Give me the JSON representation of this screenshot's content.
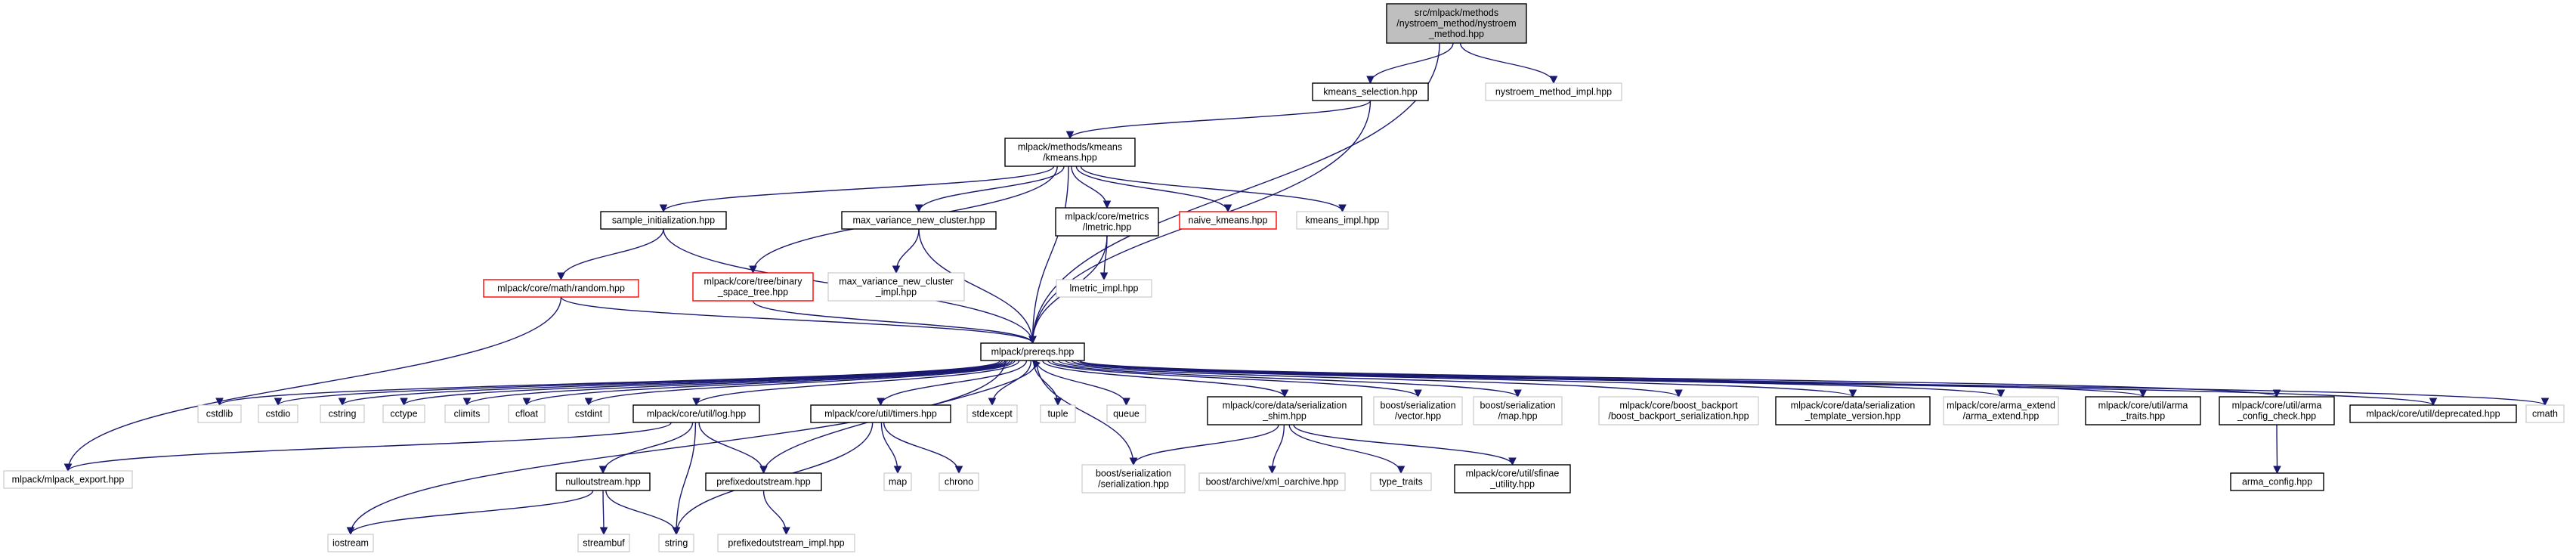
{
  "nodes": [
    {
      "id": "n_root",
      "lines": [
        "src/mlpack/methods",
        "/nystroem_method/nystroem",
        "_method.hpp"
      ],
      "style": "root"
    },
    {
      "id": "n_kmsel",
      "lines": [
        "kmeans_selection.hpp"
      ],
      "style": "normal"
    },
    {
      "id": "n_nysimpl",
      "lines": [
        "nystroem_method_impl.hpp"
      ],
      "style": "gray"
    },
    {
      "id": "n_kmeans",
      "lines": [
        "mlpack/methods/kmeans",
        "/kmeans.hpp"
      ],
      "style": "normal"
    },
    {
      "id": "n_sampinit",
      "lines": [
        "sample_initialization.hpp"
      ],
      "style": "normal"
    },
    {
      "id": "n_bst",
      "lines": [
        "mlpack/core/tree/binary",
        "_space_tree.hpp"
      ],
      "style": "red"
    },
    {
      "id": "n_maxvar",
      "lines": [
        "max_variance_new_cluster.hpp"
      ],
      "style": "normal"
    },
    {
      "id": "n_lmetric",
      "lines": [
        "mlpack/core/metrics",
        "/lmetric.hpp"
      ],
      "style": "normal"
    },
    {
      "id": "n_naive",
      "lines": [
        "naive_kmeans.hpp"
      ],
      "style": "red"
    },
    {
      "id": "n_kmimpl",
      "lines": [
        "kmeans_impl.hpp"
      ],
      "style": "gray"
    },
    {
      "id": "n_random",
      "lines": [
        "mlpack/core/math/random.hpp"
      ],
      "style": "red"
    },
    {
      "id": "n_maxvarimpl",
      "lines": [
        "max_variance_new_cluster",
        "_impl.hpp"
      ],
      "style": "gray"
    },
    {
      "id": "n_lmimpl",
      "lines": [
        "lmetric_impl.hpp"
      ],
      "style": "gray"
    },
    {
      "id": "n_prereqs",
      "lines": [
        "mlpack/prereqs.hpp"
      ],
      "style": "normal"
    },
    {
      "id": "n_cstdlib",
      "lines": [
        "cstdlib"
      ],
      "style": "gray"
    },
    {
      "id": "n_cstdio",
      "lines": [
        "cstdio"
      ],
      "style": "gray"
    },
    {
      "id": "n_cstring",
      "lines": [
        "cstring"
      ],
      "style": "gray"
    },
    {
      "id": "n_cctype",
      "lines": [
        "cctype"
      ],
      "style": "gray"
    },
    {
      "id": "n_climits",
      "lines": [
        "climits"
      ],
      "style": "gray"
    },
    {
      "id": "n_cfloat",
      "lines": [
        "cfloat"
      ],
      "style": "gray"
    },
    {
      "id": "n_cstdint",
      "lines": [
        "cstdint"
      ],
      "style": "gray"
    },
    {
      "id": "n_log",
      "lines": [
        "mlpack/core/util/log.hpp"
      ],
      "style": "normal"
    },
    {
      "id": "n_timers",
      "lines": [
        "mlpack/core/util/timers.hpp"
      ],
      "style": "normal"
    },
    {
      "id": "n_stdexcept",
      "lines": [
        "stdexcept"
      ],
      "style": "gray"
    },
    {
      "id": "n_tuple",
      "lines": [
        "tuple"
      ],
      "style": "gray"
    },
    {
      "id": "n_queue",
      "lines": [
        "queue"
      ],
      "style": "gray"
    },
    {
      "id": "n_sershim",
      "lines": [
        "mlpack/core/data/serialization",
        "_shim.hpp"
      ],
      "style": "normal"
    },
    {
      "id": "n_boostvec",
      "lines": [
        "boost/serialization",
        "/vector.hpp"
      ],
      "style": "gray"
    },
    {
      "id": "n_boostmap",
      "lines": [
        "boost/serialization",
        "/map.hpp"
      ],
      "style": "gray"
    },
    {
      "id": "n_backport",
      "lines": [
        "mlpack/core/boost_backport",
        "/boost_backport_serialization.hpp"
      ],
      "style": "gray"
    },
    {
      "id": "n_sertmpl",
      "lines": [
        "mlpack/core/data/serialization",
        "_template_version.hpp"
      ],
      "style": "normal"
    },
    {
      "id": "n_armaext",
      "lines": [
        "mlpack/core/arma_extend",
        "/arma_extend.hpp"
      ],
      "style": "gray"
    },
    {
      "id": "n_armatraits",
      "lines": [
        "mlpack/core/util/arma",
        "_traits.hpp"
      ],
      "style": "normal"
    },
    {
      "id": "n_armacfgchk",
      "lines": [
        "mlpack/core/util/arma",
        "_config_check.hpp"
      ],
      "style": "normal"
    },
    {
      "id": "n_deprecated",
      "lines": [
        "mlpack/core/util/deprecated.hpp"
      ],
      "style": "normal"
    },
    {
      "id": "n_cmath",
      "lines": [
        "cmath"
      ],
      "style": "gray"
    },
    {
      "id": "n_export",
      "lines": [
        "mlpack/mlpack_export.hpp"
      ],
      "style": "gray"
    },
    {
      "id": "n_nullout",
      "lines": [
        "nulloutstream.hpp"
      ],
      "style": "normal"
    },
    {
      "id": "n_prefixed",
      "lines": [
        "prefixedoutstream.hpp"
      ],
      "style": "normal"
    },
    {
      "id": "n_map",
      "lines": [
        "map"
      ],
      "style": "gray"
    },
    {
      "id": "n_chrono",
      "lines": [
        "chrono"
      ],
      "style": "gray"
    },
    {
      "id": "n_boostser",
      "lines": [
        "boost/serialization",
        "/serialization.hpp"
      ],
      "style": "gray"
    },
    {
      "id": "n_xmloarchive",
      "lines": [
        "boost/archive/xml_oarchive.hpp"
      ],
      "style": "gray"
    },
    {
      "id": "n_typetraits",
      "lines": [
        "type_traits"
      ],
      "style": "gray"
    },
    {
      "id": "n_sfinae",
      "lines": [
        "mlpack/core/util/sfinae",
        "_utility.hpp"
      ],
      "style": "normal"
    },
    {
      "id": "n_armacfg",
      "lines": [
        "arma_config.hpp"
      ],
      "style": "normal"
    },
    {
      "id": "n_iostream",
      "lines": [
        "iostream"
      ],
      "style": "gray"
    },
    {
      "id": "n_streambuf",
      "lines": [
        "streambuf"
      ],
      "style": "gray"
    },
    {
      "id": "n_string",
      "lines": [
        "string"
      ],
      "style": "gray"
    },
    {
      "id": "n_prefimpl",
      "lines": [
        "prefixedoutstream_impl.hpp"
      ],
      "style": "gray"
    }
  ],
  "edges": [
    [
      "n_root",
      "n_kmsel"
    ],
    [
      "n_root",
      "n_nysimpl"
    ],
    [
      "n_root",
      "n_prereqs"
    ],
    [
      "n_kmsel",
      "n_kmeans"
    ],
    [
      "n_kmsel",
      "n_prereqs"
    ],
    [
      "n_kmeans",
      "n_sampinit"
    ],
    [
      "n_kmeans",
      "n_bst"
    ],
    [
      "n_kmeans",
      "n_maxvar"
    ],
    [
      "n_kmeans",
      "n_lmetric"
    ],
    [
      "n_kmeans",
      "n_naive"
    ],
    [
      "n_kmeans",
      "n_kmimpl"
    ],
    [
      "n_kmeans",
      "n_prereqs"
    ],
    [
      "n_sampinit",
      "n_random"
    ],
    [
      "n_sampinit",
      "n_prereqs"
    ],
    [
      "n_random",
      "n_prereqs"
    ],
    [
      "n_random",
      "n_export"
    ],
    [
      "n_bst",
      "n_prereqs"
    ],
    [
      "n_maxvar",
      "n_maxvarimpl"
    ],
    [
      "n_maxvar",
      "n_prereqs"
    ],
    [
      "n_lmetric",
      "n_lmimpl"
    ],
    [
      "n_lmetric",
      "n_prereqs"
    ],
    [
      "n_prereqs",
      "n_cstdlib"
    ],
    [
      "n_prereqs",
      "n_cstdio"
    ],
    [
      "n_prereqs",
      "n_cstring"
    ],
    [
      "n_prereqs",
      "n_cctype"
    ],
    [
      "n_prereqs",
      "n_climits"
    ],
    [
      "n_prereqs",
      "n_cfloat"
    ],
    [
      "n_prereqs",
      "n_cstdint"
    ],
    [
      "n_prereqs",
      "n_iostream"
    ],
    [
      "n_prereqs",
      "n_log"
    ],
    [
      "n_prereqs",
      "n_timers"
    ],
    [
      "n_prereqs",
      "n_stdexcept"
    ],
    [
      "n_prereqs",
      "n_tuple"
    ],
    [
      "n_prereqs",
      "n_queue"
    ],
    [
      "n_prereqs",
      "n_boostser"
    ],
    [
      "n_prereqs",
      "n_sershim"
    ],
    [
      "n_prereqs",
      "n_boostvec"
    ],
    [
      "n_prereqs",
      "n_boostmap"
    ],
    [
      "n_prereqs",
      "n_backport"
    ],
    [
      "n_prereqs",
      "n_sertmpl"
    ],
    [
      "n_prereqs",
      "n_armaext"
    ],
    [
      "n_prereqs",
      "n_armatraits"
    ],
    [
      "n_prereqs",
      "n_armacfgchk"
    ],
    [
      "n_prereqs",
      "n_deprecated"
    ],
    [
      "n_prereqs",
      "n_cmath"
    ],
    [
      "n_log",
      "n_export"
    ],
    [
      "n_log",
      "n_nullout"
    ],
    [
      "n_log",
      "n_prefixed"
    ],
    [
      "n_log",
      "n_string"
    ],
    [
      "n_nullout",
      "n_iostream"
    ],
    [
      "n_nullout",
      "n_streambuf"
    ],
    [
      "n_nullout",
      "n_string"
    ],
    [
      "n_prefixed",
      "n_prefimpl"
    ],
    [
      "n_prefixed",
      "n_prereqs"
    ],
    [
      "n_timers",
      "n_map"
    ],
    [
      "n_timers",
      "n_chrono"
    ],
    [
      "n_timers",
      "n_string"
    ],
    [
      "n_sershim",
      "n_boostser"
    ],
    [
      "n_sershim",
      "n_xmloarchive"
    ],
    [
      "n_sershim",
      "n_typetraits"
    ],
    [
      "n_sershim",
      "n_sfinae"
    ],
    [
      "n_armacfgchk",
      "n_armacfg"
    ]
  ],
  "colors": {
    "edge": "#191970",
    "root_fill": "#bfbfbf",
    "red_border": "#ff0000",
    "gray_border": "#bfbfbf"
  }
}
